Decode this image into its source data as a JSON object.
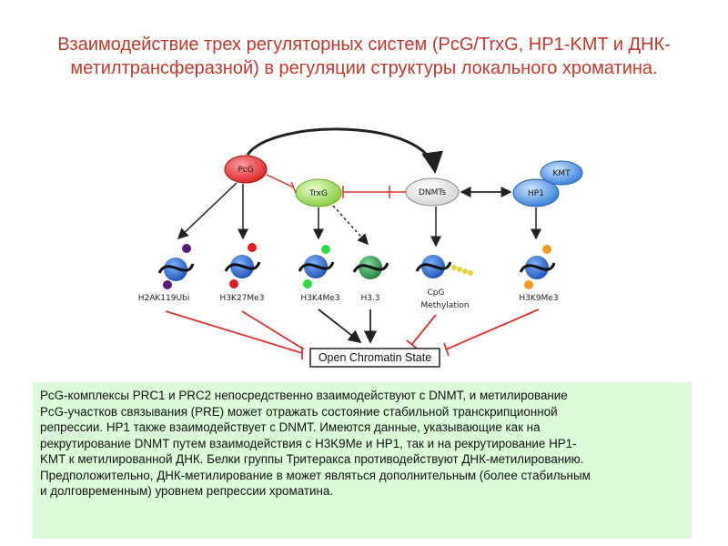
{
  "title": "Взаимодействие трех регуляторных систем (PcG/TrxG,  HP1-KMT и ДНК-метилтрансферазной) в регуляции структуры локального хроматина.",
  "nodes": {
    "pcg": "PcG",
    "trxg": "TrxG",
    "dnmts": "DNMTs",
    "hp1": "HP1",
    "kmt": "KMT"
  },
  "marks": {
    "h2ak119ubi": "H2AK119Ubi",
    "h3k27me3": "H3K27Me3",
    "h3k4me3": "H3K4Me3",
    "h33": "H3.3",
    "cpg_line1": "CpG",
    "cpg_line2": "Methylation",
    "h3k9me3": "H3K9Me3"
  },
  "open_chromatin": "Open Chromatin State",
  "info_text": "PcG-комплексы PRC1 и PRC2 непосредственно взаимодействуют с DNMT, и метилирование\nPcG-участков связывания (PRE) может отражать состояние стабильной транскрипционной\nрепрессии. HP1 также взаимодействует с DNMT. Имеются данные, указывающие как на\nрекрутирование DNMT путем взаимодействия с H3K9Me и HP1, так и на рекрутирование HP1-\nKMT к метилированной ДНК. Белки группы Тритеракса противодействуют ДНК-метилированию.\nПредположительно, ДНК-метилирование в может являться дополнительным (более стабильным\nи долговременным) уровнем репрессии хроматина.",
  "colors": {
    "title": "#c0392b",
    "inhibition": "#e03030",
    "pcg": "#e23b3b",
    "trxg": "#8fd14f",
    "hp1": "#3b8fe0",
    "kmt": "#3f83d6",
    "info_bg": "#dcfcd9"
  }
}
